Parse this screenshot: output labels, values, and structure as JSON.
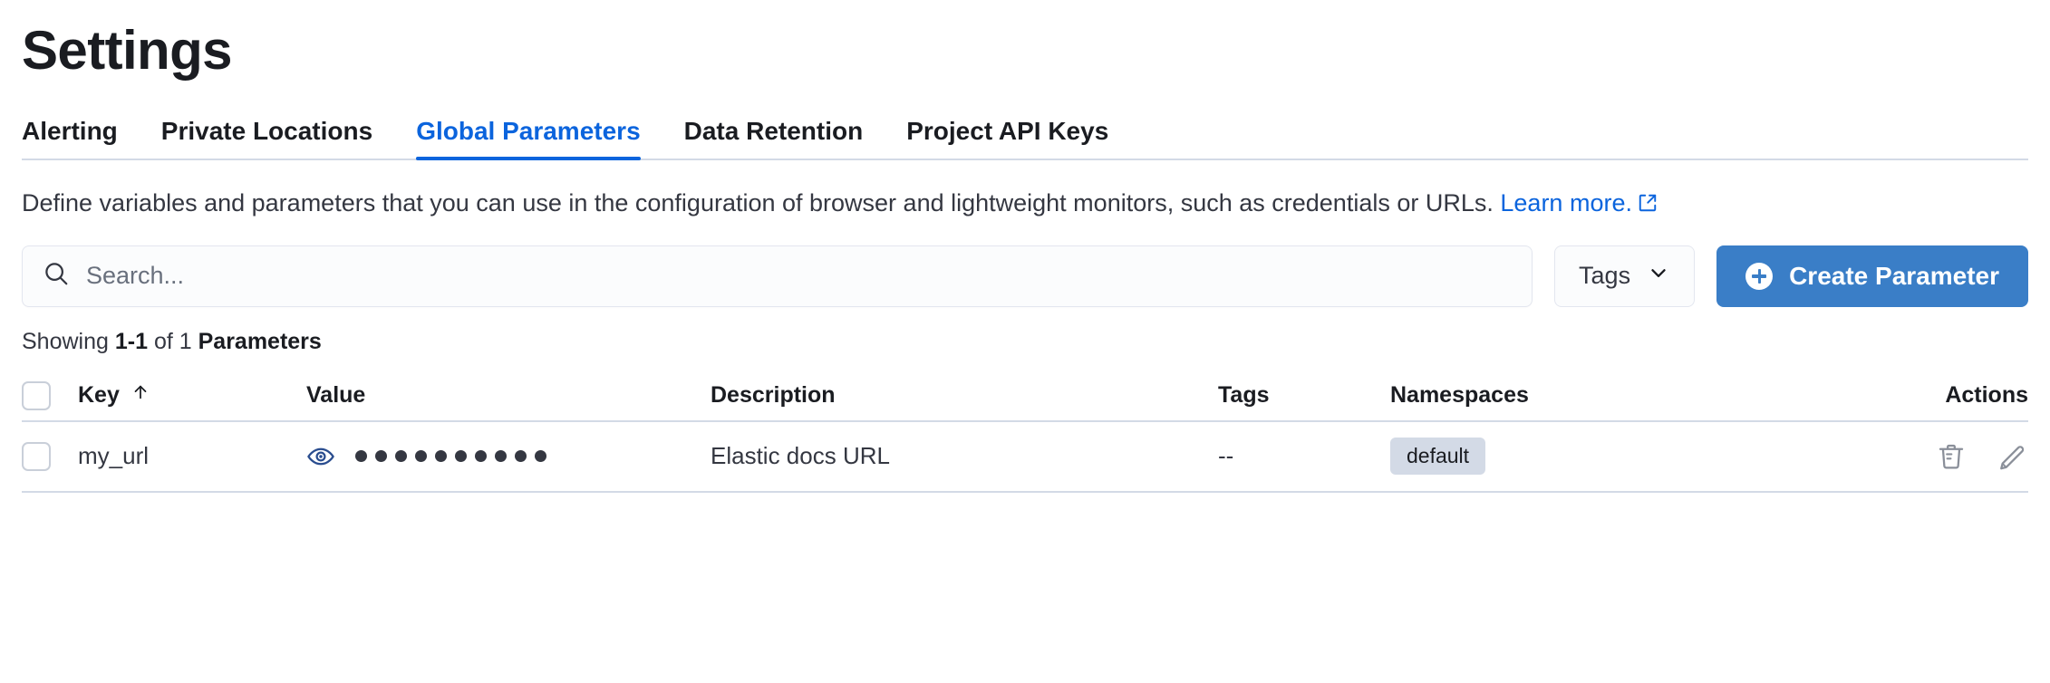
{
  "header": {
    "title": "Settings"
  },
  "tabs": [
    {
      "label": "Alerting",
      "active": false
    },
    {
      "label": "Private Locations",
      "active": false
    },
    {
      "label": "Global Parameters",
      "active": true
    },
    {
      "label": "Data Retention",
      "active": false
    },
    {
      "label": "Project API Keys",
      "active": false
    }
  ],
  "description": {
    "text": "Define variables and parameters that you can use in the configuration of browser and lightweight monitors, such as credentials or URLs.",
    "link_label": "Learn more.",
    "link_icon": "external-link-icon"
  },
  "controls": {
    "search": {
      "placeholder": "Search...",
      "value": "",
      "icon": "search-icon"
    },
    "tags_filter": {
      "label": "Tags",
      "icon": "chevron-down-icon"
    },
    "create_button": {
      "label": "Create Parameter",
      "icon": "plus-in-circle-icon"
    }
  },
  "results": {
    "showing_prefix": "Showing",
    "range": "1-1",
    "of_text": "of 1",
    "entity": "Parameters"
  },
  "table": {
    "columns": [
      {
        "key": "key",
        "label": "Key",
        "sort_icon": "arrow-up-icon",
        "sorted": true
      },
      {
        "key": "value",
        "label": "Value"
      },
      {
        "key": "description",
        "label": "Description"
      },
      {
        "key": "tags",
        "label": "Tags"
      },
      {
        "key": "namespaces",
        "label": "Namespaces"
      },
      {
        "key": "actions",
        "label": "Actions"
      }
    ],
    "rows": [
      {
        "key": "my_url",
        "value_masked": true,
        "value_mask_dots": 10,
        "value_toggle_icon": "eye-icon",
        "description": "Elastic docs URL",
        "tags": "--",
        "namespaces": [
          "default"
        ],
        "actions": [
          {
            "name": "delete-icon",
            "label": "Delete"
          },
          {
            "name": "edit-pencil-icon",
            "label": "Edit"
          }
        ]
      }
    ]
  },
  "colors": {
    "accent_blue": "#0b64dd",
    "button_blue": "#3a7ec7",
    "eye_icon_blue": "#2a4d8f",
    "text_primary": "#1a1c21",
    "text_secondary": "#343741",
    "border": "#d3dae6",
    "badge_bg": "#d3dae6"
  }
}
